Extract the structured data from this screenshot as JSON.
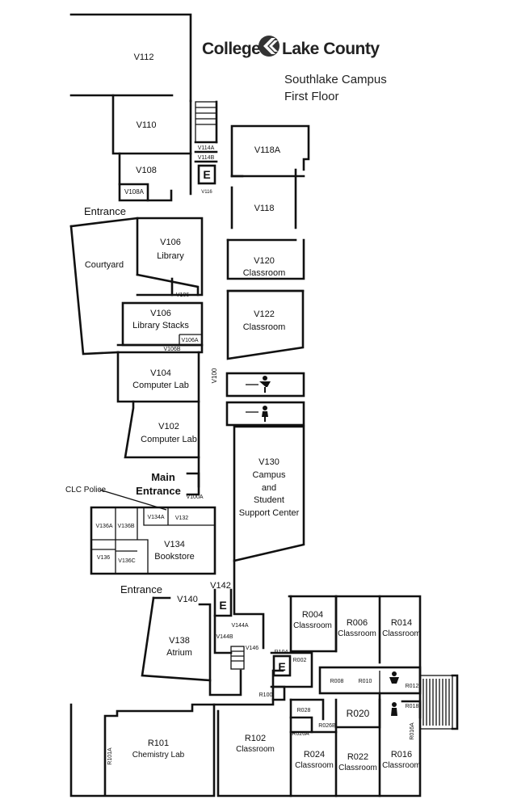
{
  "header": {
    "logo_left": "College",
    "logo_right": "Lake County",
    "campus": "Southlake Campus",
    "floor": "First Floor"
  },
  "rooms": {
    "v112": "V112",
    "v110": "V110",
    "v108": "V108",
    "v108a": "V108A",
    "v114a": "V114A",
    "v114b": "V114B",
    "v116": "V116",
    "v118a": "V118A",
    "v118": "V118",
    "v120": "V120",
    "v120_sub": "Classroom",
    "v122": "V122",
    "v122_sub": "Classroom",
    "courtyard": "Courtyard",
    "v106": "V106",
    "v106_sub": "Library",
    "v106_small": "V106",
    "v106_stacks": "V106",
    "v106_stacks_sub": "Library Stacks",
    "v106a": "V106A",
    "v106b": "V106B",
    "v104": "V104",
    "v104_sub": "Computer Lab",
    "v100": "V100",
    "v102": "V102",
    "v102_sub": "Computer Lab",
    "v130": "V130",
    "v130_l2": "Campus",
    "v130_l3": "and",
    "v130_l4": "Student",
    "v130_l5": "Support Center",
    "v100a": "V100A",
    "v134a": "V134A",
    "v132": "V132",
    "v136a": "V136A",
    "v136b": "V136B",
    "v136": "V136",
    "v136c": "V136C",
    "v134": "V134",
    "v134_sub": "Bookstore",
    "v140": "V140",
    "v142": "V142",
    "v144a": "V144A",
    "v144b": "V144B",
    "v146": "V146",
    "v138": "V138",
    "v138_sub": "Atrium",
    "r104": "R104",
    "r002": "R002",
    "r100": "R100",
    "r004": "R004",
    "r004_sub": "Classroom",
    "r006": "R006",
    "r006_sub": "Classroom",
    "r014": "R014",
    "r014_sub": "Classroom",
    "r008": "R008",
    "r010": "R010",
    "r012": "R012",
    "r028": "R028",
    "r020": "R020",
    "r018": "R018",
    "r016a": "R016A",
    "r026a": "R026A",
    "r026b": "R026B",
    "r101": "R101",
    "r101_sub": "Chemistry Lab",
    "r101a": "R101A",
    "r102": "R102",
    "r102_sub": "Classroom",
    "r024": "R024",
    "r024_sub": "Classroom",
    "r022": "R022",
    "r022_sub": "Classroom",
    "r016": "R016",
    "r016_sub": "Classroom"
  },
  "labels": {
    "entrance_top": "Entrance",
    "main_entrance_1": "Main",
    "main_entrance_2": "Entrance",
    "clc_police": "CLC Police",
    "entrance_bottom": "Entrance",
    "elevator": "E"
  },
  "colors": {
    "walls": "#111111",
    "background": "#ffffff"
  }
}
